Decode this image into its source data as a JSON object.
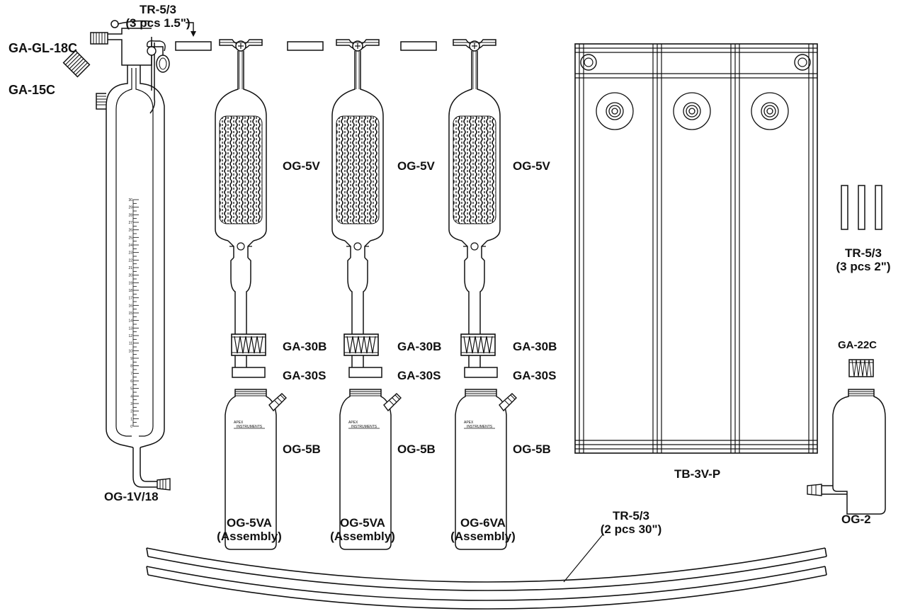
{
  "labels": {
    "tr_short_part": "TR-5/3",
    "tr_short_qty": "(3 pcs 1.5\")",
    "ga_gl_18c": "GA-GL-18C",
    "ga_15c": "GA-15C",
    "og_1v_18": "OG-1V/18",
    "og_5v": "OG-5V",
    "ga_30b": "GA-30B",
    "ga_30s": "GA-30S",
    "og_5b": "OG-5B",
    "assemblies": [
      {
        "part": "OG-5VA",
        "note": "(Assembly)"
      },
      {
        "part": "OG-5VA",
        "note": "(Assembly)"
      },
      {
        "part": "OG-6VA",
        "note": "(Assembly)"
      }
    ],
    "tb_3v_p": "TB-3V-P",
    "tr_mid_part": "TR-5/3",
    "tr_mid_qty": "(3 pcs 2\")",
    "ga_22c": "GA-22C",
    "og_2": "OG-2",
    "tr_long_part": "TR-5/3",
    "tr_long_qty": "(2 pcs 30\")"
  },
  "bottle_logo": [
    "APEX",
    "INSTRUMENTS"
  ],
  "buret_scale": [
    "0",
    "1",
    "2",
    "3",
    "4",
    "5",
    "6",
    "7",
    "8",
    "9",
    "10",
    "11",
    "12",
    "13",
    "14",
    "15",
    "16",
    "17",
    "18",
    "19",
    "20",
    "21",
    "22",
    "23",
    "24",
    "25",
    "26",
    "27",
    "28",
    "29",
    "30"
  ]
}
